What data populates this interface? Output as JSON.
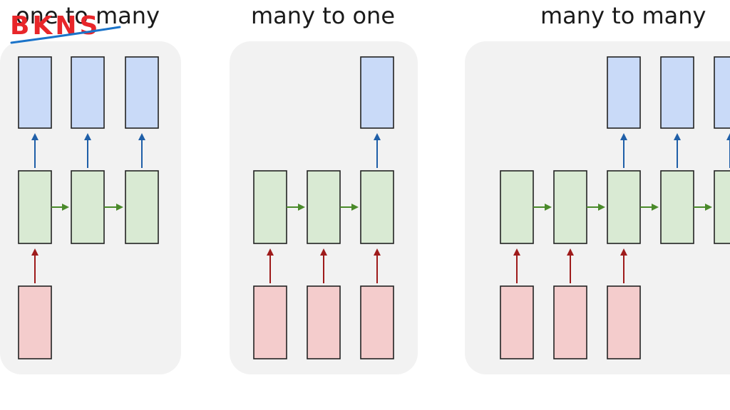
{
  "logo": {
    "text": "BKNS",
    "color": "#e8262a",
    "swoosh_color": "#1a73c9"
  },
  "panels": [
    {
      "id": "one-to-many",
      "title": "one to many"
    },
    {
      "id": "many-to-one",
      "title": "many to one"
    },
    {
      "id": "many-to-many",
      "title": "many to many"
    }
  ],
  "colors": {
    "panel_bg": "#f2f2f2",
    "output_fill": "#c9daf8",
    "output_stroke": "#222222",
    "hidden_fill": "#d9ead3",
    "hidden_stroke": "#222222",
    "input_fill": "#f4cccc",
    "input_stroke": "#222222",
    "arrow_up_output": "#1f5fa8",
    "arrow_right_hidden": "#4a8a2a",
    "arrow_up_input": "#9e1b1b"
  }
}
